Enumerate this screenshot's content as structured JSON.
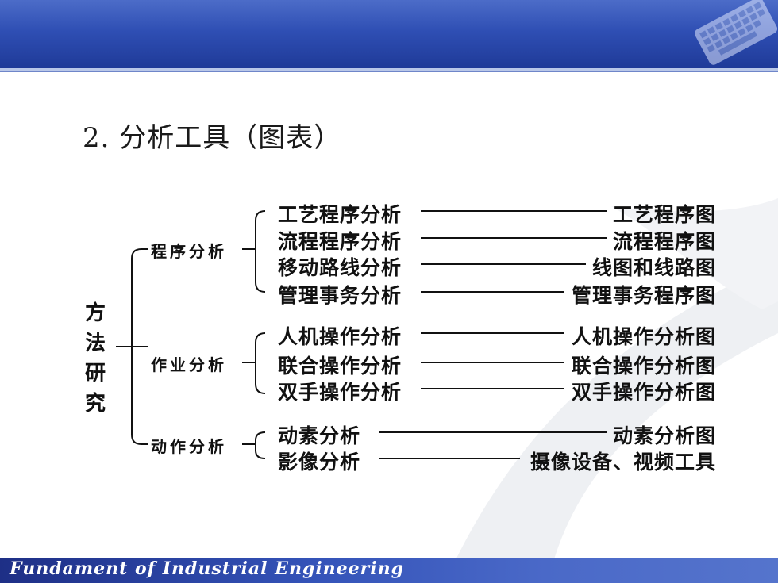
{
  "title": "2. 分析工具（图表）",
  "root": "方法研究",
  "groups": [
    {
      "label": "程序分析",
      "items": [
        {
          "method": "工艺程序分析",
          "chart": "工艺程序图"
        },
        {
          "method": "流程程序分析",
          "chart": "流程程序图"
        },
        {
          "method": "移动路线分析",
          "chart": "线图和线路图"
        },
        {
          "method": "管理事务分析",
          "chart": "管理事务程序图"
        }
      ]
    },
    {
      "label": "作业分析",
      "items": [
        {
          "method": "人机操作分析",
          "chart": "人机操作分析图"
        },
        {
          "method": "联合操作分析",
          "chart": "联合操作分析图"
        },
        {
          "method": "双手操作分析",
          "chart": "双手操作分析图"
        }
      ]
    },
    {
      "label": "动作分析",
      "items": [
        {
          "method": "动素分析",
          "chart": "动素分析图"
        },
        {
          "method": "影像分析",
          "chart": "摄像设备、视频工具"
        }
      ]
    }
  ],
  "footer": "Fundament of Industrial Engineering",
  "colors": {
    "header": "#2f4fb4",
    "footer": "#3453b8",
    "line": "#111111"
  }
}
